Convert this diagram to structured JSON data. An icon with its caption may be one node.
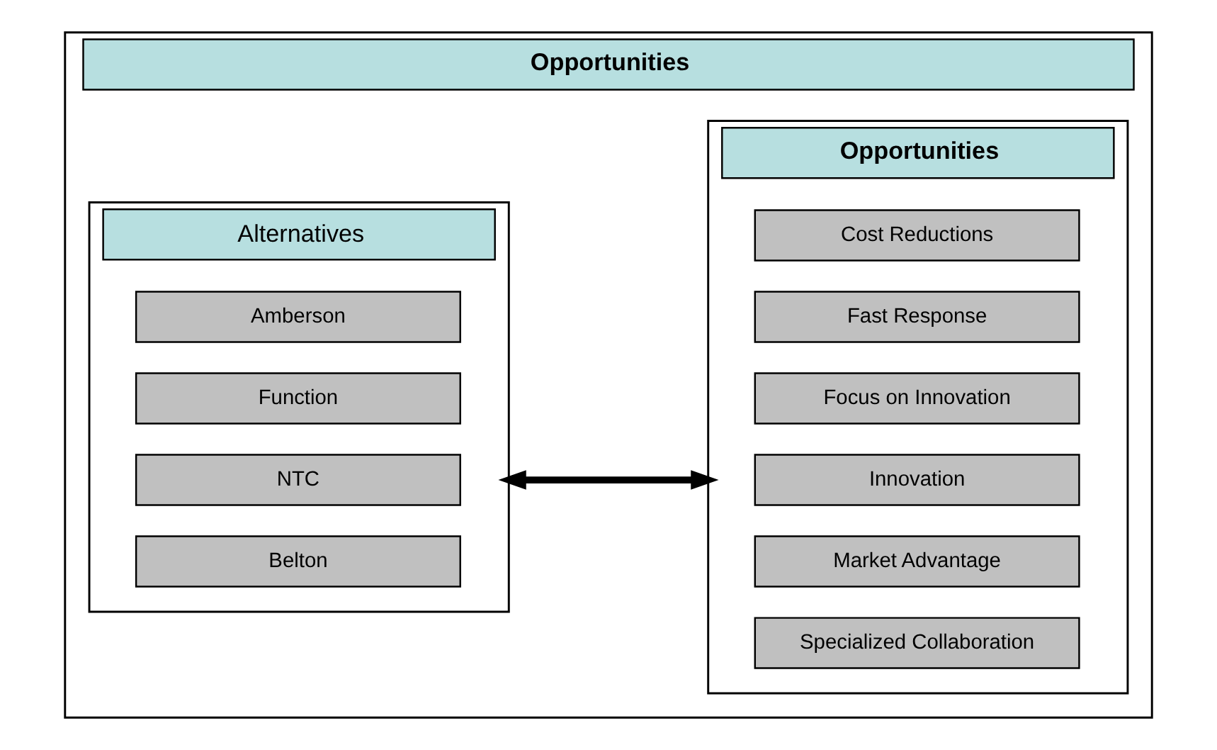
{
  "diagram": {
    "nodes": [
      {
        "text": [
          "Opportunities"
        ]
      },
      {
        "text": [
          "Alternatives"
        ],
        "in": 0
      },
      {
        "text": [
          "Amberson"
        ],
        "in": 1
      },
      {
        "text": [
          "Function"
        ],
        "in": 1
      },
      {
        "text": [
          "NTC"
        ],
        "in": 1
      },
      {
        "text": [
          "Belton"
        ],
        "in": 1
      },
      {
        "text": [
          "Opportunities"
        ],
        "in": 0
      },
      {
        "text": [
          "Cost Reductions"
        ],
        "in": 6
      },
      {
        "text": [
          "Fast Response"
        ],
        "in": 6
      },
      {
        "text": [
          "Focus on Innovation"
        ],
        "in": 6
      },
      {
        "text": [
          "Innovation"
        ],
        "in": 6
      },
      {
        "text": [
          "Market Advantage"
        ],
        "in": 6
      },
      {
        "text": [
          "Specialized Collaboration"
        ],
        "in": 6
      }
    ],
    "edges": [
      {
        "from": 1,
        "to": 6,
        "arrow": "both"
      }
    ]
  }
}
